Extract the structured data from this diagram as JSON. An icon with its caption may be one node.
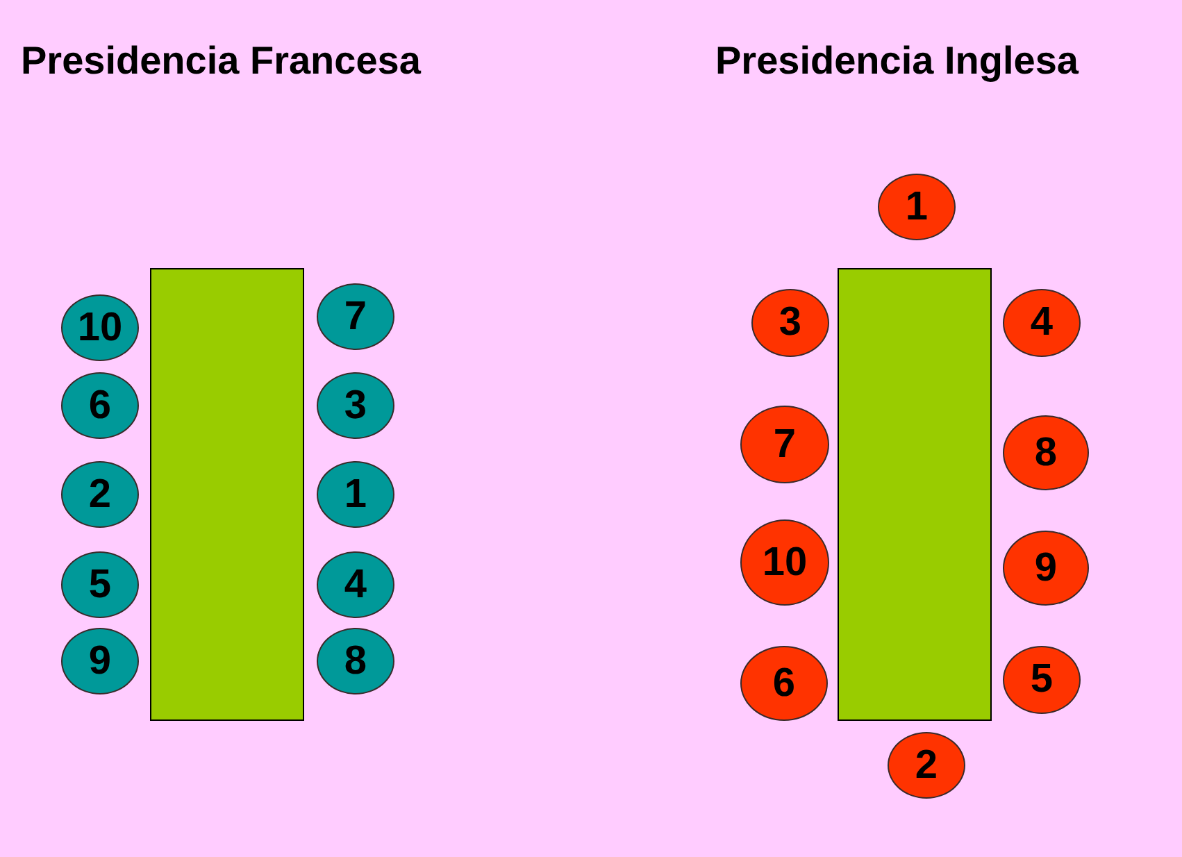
{
  "diagram": {
    "nodes": [
      {
        "text": [],
        "shape": "box"
      },
      {
        "text": [
          "10"
        ]
      },
      {
        "text": [
          "7"
        ]
      },
      {
        "text": [
          "6"
        ]
      },
      {
        "text": [
          "3"
        ]
      },
      {
        "text": [
          "2"
        ]
      },
      {
        "text": [
          "1"
        ]
      },
      {
        "text": [
          "5"
        ]
      },
      {
        "text": [
          "4"
        ]
      },
      {
        "text": [
          "9"
        ]
      },
      {
        "text": [
          "8"
        ]
      },
      {
        "text": [
          "1"
        ]
      },
      {
        "text": [],
        "shape": "box"
      },
      {
        "text": [
          "3"
        ]
      },
      {
        "text": [
          "4"
        ]
      },
      {
        "text": [
          "7"
        ]
      },
      {
        "text": [
          "8"
        ]
      },
      {
        "text": [
          "10"
        ]
      },
      {
        "text": [
          "9"
        ]
      },
      {
        "text": [
          "6"
        ]
      },
      {
        "text": [
          "5"
        ]
      },
      {
        "text": [
          "2"
        ]
      }
    ],
    "labels": [
      "Presidencia Francesa",
      "Presidencia Inglesa"
    ]
  }
}
